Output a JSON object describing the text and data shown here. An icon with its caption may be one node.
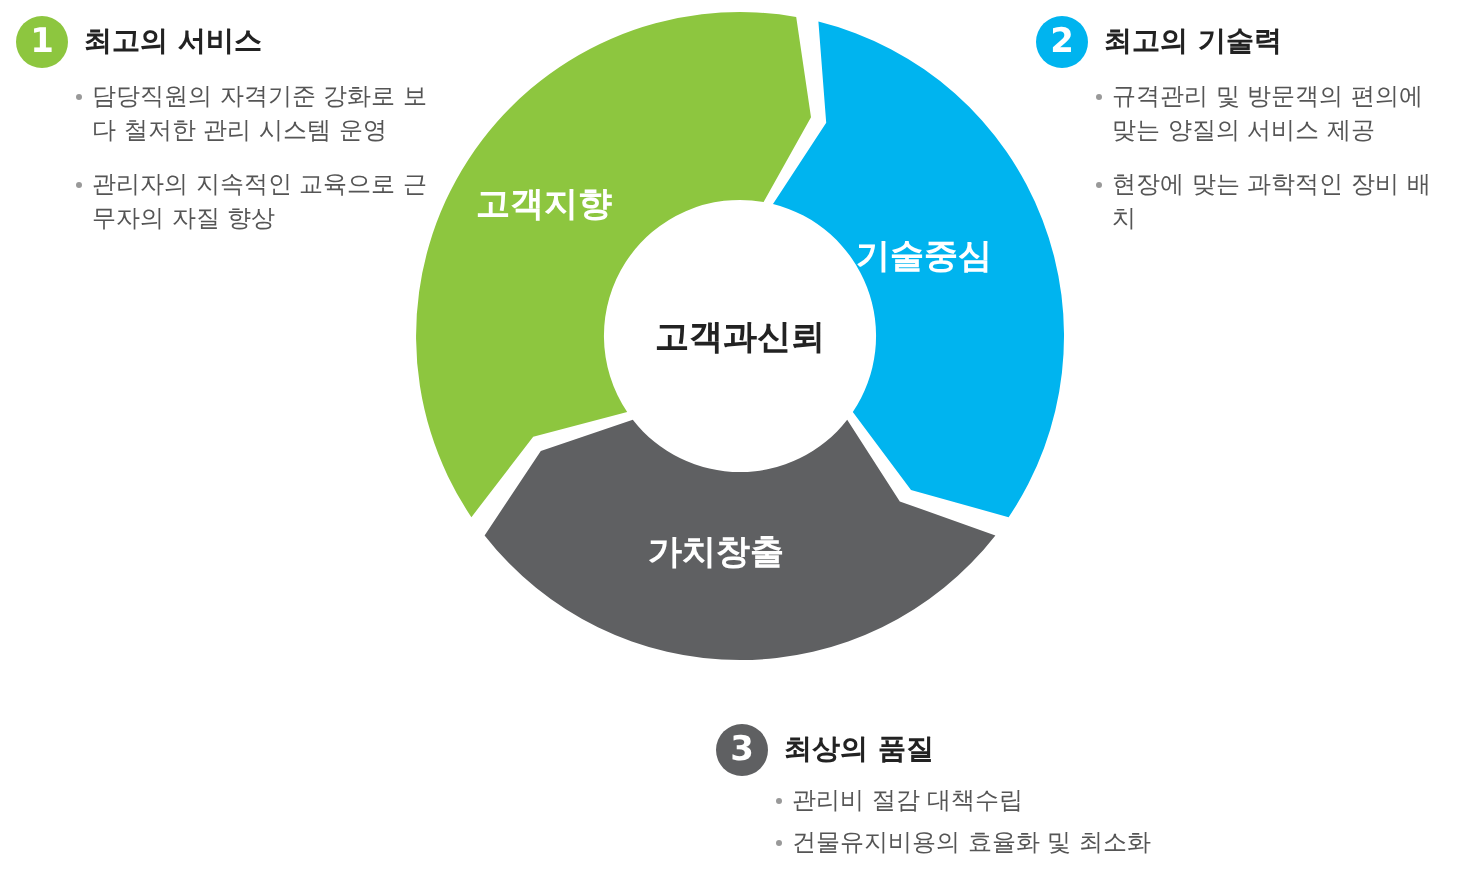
{
  "diagram": {
    "nodes": [
      {
        "text": [
          "고객과신뢰"
        ]
      },
      {
        "text": [
          "고객지향"
        ]
      },
      {
        "text": [
          "기술중심"
        ]
      },
      {
        "text": [
          "가치창출"
        ]
      },
      {
        "text": [
          "1"
        ],
        "beside": [
          "최고의 서비스"
        ]
      },
      {
        "text": [
          "2"
        ],
        "beside": [
          "최고의 기술력"
        ]
      },
      {
        "text": [
          "3"
        ],
        "beside": [
          "최상의 품질"
        ]
      }
    ],
    "labels": [
      "담당직원의 자격기준 강화로 보다 철저한 관리 시스템 운영",
      "관리자의 지속적인 교육으로 근무자의 자질 향상",
      "규격관리 및 방문객의 편의에 맞는 양질의 서비스 제공",
      "현장에 맞는 과학적인 장비 배치",
      "관리비 절감 대책수립",
      "건물유지비용의 효율화 및 최소화"
    ]
  }
}
